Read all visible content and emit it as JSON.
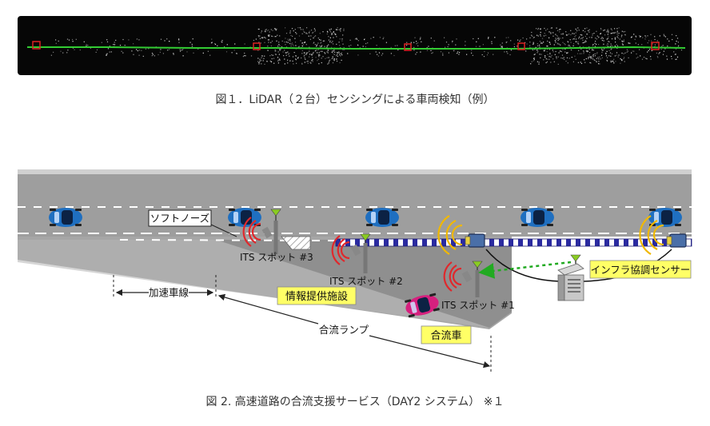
{
  "figure1": {
    "caption": "図１．LiDAR（２台）センシングによる車両検知（例）"
  },
  "figure2": {
    "caption": "図 2.  高速道路の合流支援サービス（DAY2 システム）  ※１",
    "labels": {
      "soft_nose": "ソフトノーズ",
      "its_spot_3": "ITS スポット #3",
      "its_spot_2": "ITS スポット #2",
      "its_spot_1": "ITS スポット #1",
      "info_facility": "情報提供施設",
      "infra_sensor": "インフラ協調センサー",
      "accel_lane": "加速車線",
      "merge_ramp": "合流ランプ",
      "merging_car": "合流車"
    }
  },
  "colors": {
    "road": "#9e9e9e",
    "road_dark": "#6e6e6e",
    "label_highlight": "#ffff66",
    "car_blue": "#1f6fc0",
    "car_magenta": "#d6207e",
    "point_cloud": "#e8e8e8",
    "lidar_track": "#33cc33",
    "detection_box": "#dd2222",
    "wave_red": "#e0282c",
    "wave_yellow": "#f0b800",
    "data_link": "#22aa22"
  }
}
